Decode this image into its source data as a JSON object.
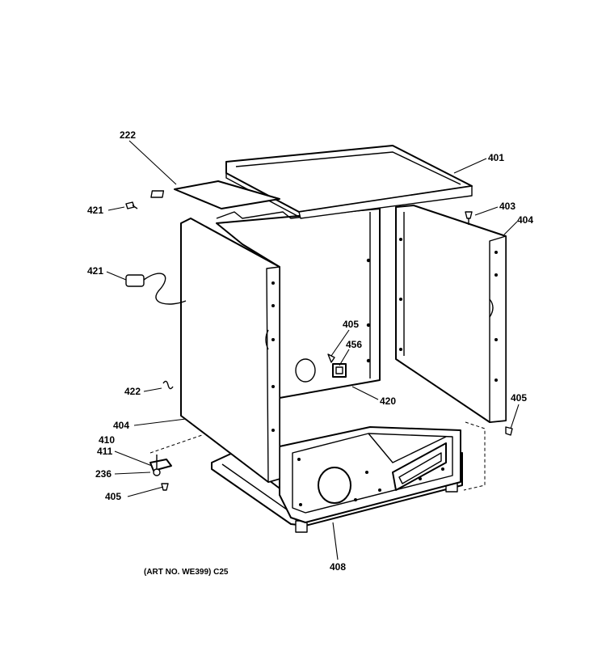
{
  "callouts": {
    "c222": "222",
    "c401": "401",
    "c421a": "421",
    "c403": "403",
    "c404r": "404",
    "c421b": "421",
    "c405a": "405",
    "c456": "456",
    "c422": "422",
    "c420": "420",
    "c405b": "405",
    "c404l": "404",
    "c410": "410",
    "c411": "411",
    "c236": "236",
    "c405c": "405",
    "c408": "408"
  },
  "caption": "(ART NO. WE399) C25"
}
